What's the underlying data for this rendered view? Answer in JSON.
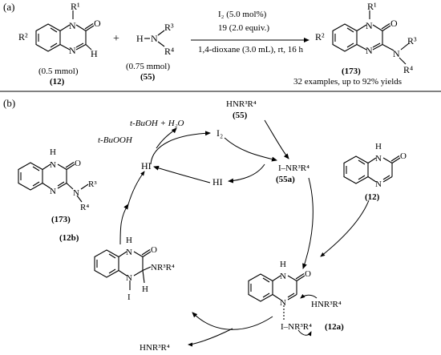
{
  "panel_a": {
    "label": "(a)",
    "reactant_1": {
      "substituent_r1": "R¹",
      "substituent_r2": "R²",
      "amount": "(0.5 mmol)",
      "compound_id": "(12)"
    },
    "reactant_2": {
      "formula_h": "H",
      "formula_n": "N",
      "substituent_r3": "R³",
      "substituent_r4": "R⁴",
      "amount": "(0.75 mmol)",
      "compound_id": "(55)"
    },
    "plus": "+",
    "conditions": {
      "line1": "I₂ (5.0 mol%)",
      "line2": "19 (2.0 equiv.)",
      "line3": "1,4-dioxane (3.0 mL), rt, 16 h"
    },
    "product": {
      "substituent_r1": "R¹",
      "substituent_r2": "R²",
      "substituent_r3": "R³",
      "substituent_r4": "R⁴",
      "compound_id": "(173)",
      "scope": "32 examples, up to 92% yields"
    }
  },
  "panel_b": {
    "label": "(b)",
    "species": {
      "amine_top": "HNR³R⁴",
      "amine_top_id": "(55)",
      "iodine": "I₂",
      "byproduct": "t-BuOH + H₂O",
      "oxidant": "t-BuOOH",
      "hi_left": "HI",
      "hi_right": "HI",
      "iodoamine": "I–NR³R⁴",
      "iodoamine_id": "(55a)",
      "substrate_id": "(12)",
      "product_id": "(173)",
      "int_12b_id": "(12b)",
      "int_12b_amine": "NR³R⁴",
      "int_12b_h": "H",
      "int_12b_i": "I",
      "int_12a_id": "(12a)",
      "int_12a_amine": "HNR³R⁴",
      "int_12a_i_amine": "I–NR³R⁴",
      "released_amine": "HNR³R⁴",
      "product_r3": "R³",
      "product_r4": "R⁴"
    },
    "atom_labels": {
      "h": "H",
      "n": "N",
      "o": "O"
    }
  }
}
